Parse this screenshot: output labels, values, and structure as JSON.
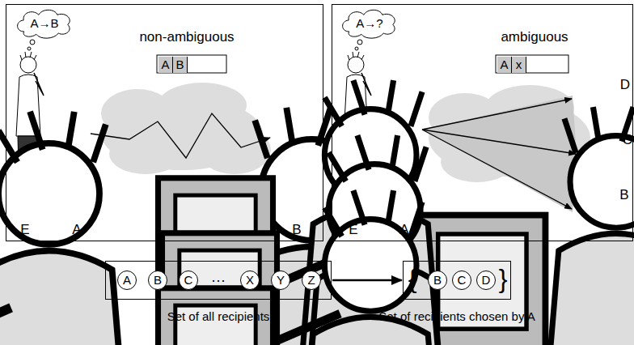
{
  "diagram": {
    "nodes": [
      {
        "text": [
          "non-ambiguous"
        ]
      },
      {
        "text": [
          "A→B"
        ],
        "in": 0
      },
      {
        "text": [
          "A"
        ],
        "in": 0
      },
      {
        "text": [
          "B"
        ],
        "in": 0
      },
      {
        "text": [
          "ambiguous"
        ]
      },
      {
        "text": [
          "A→?"
        ],
        "in": 4
      },
      {
        "text": [
          "A"
        ],
        "in": 4
      },
      {
        "text": [
          "x"
        ],
        "in": 4
      },
      {
        "text": [
          "Set of all recipients"
        ]
      },
      {
        "text": [
          "A"
        ],
        "in": 8
      },
      {
        "text": [
          "B"
        ],
        "in": 8
      },
      {
        "text": [
          "C"
        ],
        "in": 8
      },
      {
        "text": [
          "X"
        ],
        "in": 8
      },
      {
        "text": [
          "Y"
        ],
        "in": 8
      },
      {
        "text": [
          "Z"
        ],
        "in": 8
      },
      {
        "text": [
          "Set of recipients chosen by A"
        ]
      },
      {
        "text": [
          "B"
        ],
        "in": 15
      },
      {
        "text": [
          "C"
        ],
        "in": 15
      },
      {
        "text": [
          "D"
        ],
        "in": 15
      }
    ],
    "edges": [
      {
        "from": 8,
        "to": 15,
        "arrow": "to"
      }
    ],
    "labels": [
      "E",
      "A",
      "B",
      "E",
      "A",
      "D",
      "C",
      "B",
      "···",
      "{",
      "}"
    ]
  }
}
